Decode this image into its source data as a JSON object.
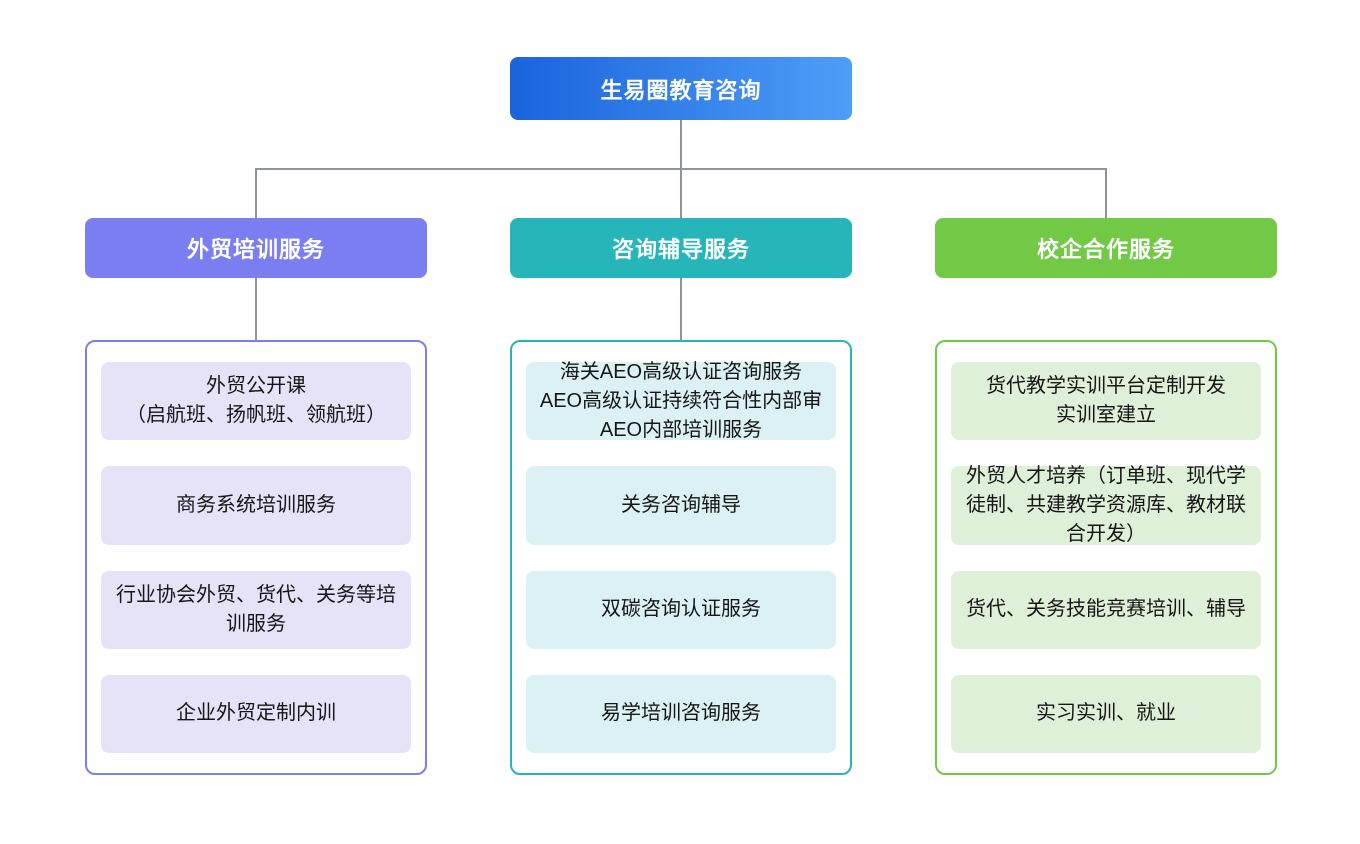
{
  "diagram_title": "生易圈教育咨询",
  "root": {
    "label": "生易圈教育咨询",
    "gradient_left": "#1a64dc",
    "gradient_right": "#4d9ef7"
  },
  "connector_color": "#8f959e",
  "branches": [
    {
      "label": "外贸培训服务",
      "accent": "#7a7ef0",
      "item_bg": "#e6e3f8",
      "items": [
        "外贸公开课\n（启航班、扬帆班、领航班）",
        "商务系统培训服务",
        "行业协会外贸、货代、关务等培训服务",
        "企业外贸定制内训"
      ]
    },
    {
      "label": "咨询辅导服务",
      "accent": "#26b6b9",
      "item_bg": "#dcf1f4",
      "items": [
        "海关AEO高级认证咨询服务\nAEO高级认证持续符合性内部审\nAEO内部培训服务",
        "关务咨询辅导",
        "双碳咨询认证服务",
        "易学培训咨询服务"
      ]
    },
    {
      "label": "校企合作服务",
      "accent": "#72c946",
      "item_bg": "#dff0d8",
      "items": [
        "货代教学实训平台定制开发\n实训室建立",
        "外贸人才培养（订单班、现代学徒制、共建教学资源库、教材联合开发）",
        "货代、关务技能竞赛培训、辅导",
        "实习实训、就业"
      ]
    }
  ]
}
